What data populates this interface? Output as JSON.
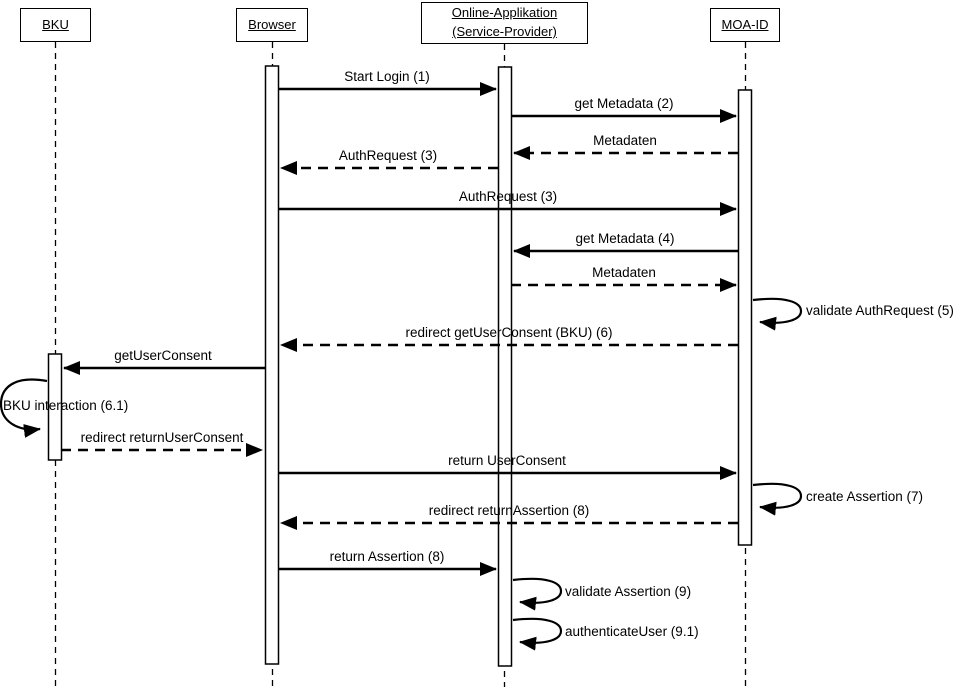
{
  "diagram": {
    "type": "uml-sequence-diagram",
    "colors": {
      "line": "#000000",
      "background": "#ffffff",
      "text": "#000000"
    },
    "participants": [
      {
        "id": "bku",
        "label": "BKU"
      },
      {
        "id": "browser",
        "label": "Browser"
      },
      {
        "id": "online-applikation",
        "label": "Online-Applikation (Service-Provider)"
      },
      {
        "id": "moa-id",
        "label": "MOA-ID"
      }
    ],
    "events": [
      {
        "type": "message",
        "label": "Start Login (1)",
        "from": "Browser",
        "to": "Online-Applikation (Service-Provider)",
        "line": "solid"
      },
      {
        "type": "message",
        "label": "get Metadata (2)",
        "from": "Online-Applikation (Service-Provider)",
        "to": "MOA-ID",
        "line": "solid"
      },
      {
        "type": "message",
        "label": "Metadaten",
        "from": "MOA-ID",
        "to": "Online-Applikation (Service-Provider)",
        "line": "dashed"
      },
      {
        "type": "message",
        "label": "AuthRequest (3)",
        "from": "Online-Applikation (Service-Provider)",
        "to": "Browser",
        "line": "dashed"
      },
      {
        "type": "message",
        "label": "AuthRequest (3)",
        "from": "Browser",
        "to": "MOA-ID",
        "line": "solid"
      },
      {
        "type": "message",
        "label": "get Metadata (4)",
        "from": "MOA-ID",
        "to": "Online-Applikation (Service-Provider)",
        "line": "solid"
      },
      {
        "type": "message",
        "label": "Metadaten",
        "from": "Online-Applikation (Service-Provider)",
        "to": "MOA-ID",
        "line": "dashed"
      },
      {
        "type": "self-message",
        "label": "validate AuthRequest (5)",
        "actor": "MOA-ID"
      },
      {
        "type": "message",
        "label": "redirect getUserConsent (BKU) (6)",
        "from": "MOA-ID",
        "to": "Browser",
        "line": "dashed"
      },
      {
        "type": "message",
        "label": "getUserConsent",
        "from": "Browser",
        "to": "BKU",
        "line": "solid"
      },
      {
        "type": "self-message",
        "label": "BKU interaction (6.1)",
        "actor": "BKU"
      },
      {
        "type": "message",
        "label": "redirect returnUserConsent",
        "from": "BKU",
        "to": "Browser",
        "line": "dashed"
      },
      {
        "type": "message",
        "label": "return UserConsent",
        "from": "Browser",
        "to": "MOA-ID",
        "line": "solid"
      },
      {
        "type": "self-message",
        "label": "create Assertion (7)",
        "actor": "MOA-ID"
      },
      {
        "type": "message",
        "label": "redirect returnAssertion (8)",
        "from": "MOA-ID",
        "to": "Browser",
        "line": "dashed"
      },
      {
        "type": "message",
        "label": "return Assertion (8)",
        "from": "Browser",
        "to": "Online-Applikation (Service-Provider)",
        "line": "solid"
      },
      {
        "type": "self-message",
        "label": "validate Assertion (9)",
        "actor": "Online-Applikation (Service-Provider)"
      },
      {
        "type": "self-message",
        "label": "authenticateUser (9.1)",
        "actor": "Online-Applikation (Service-Provider)"
      }
    ]
  }
}
